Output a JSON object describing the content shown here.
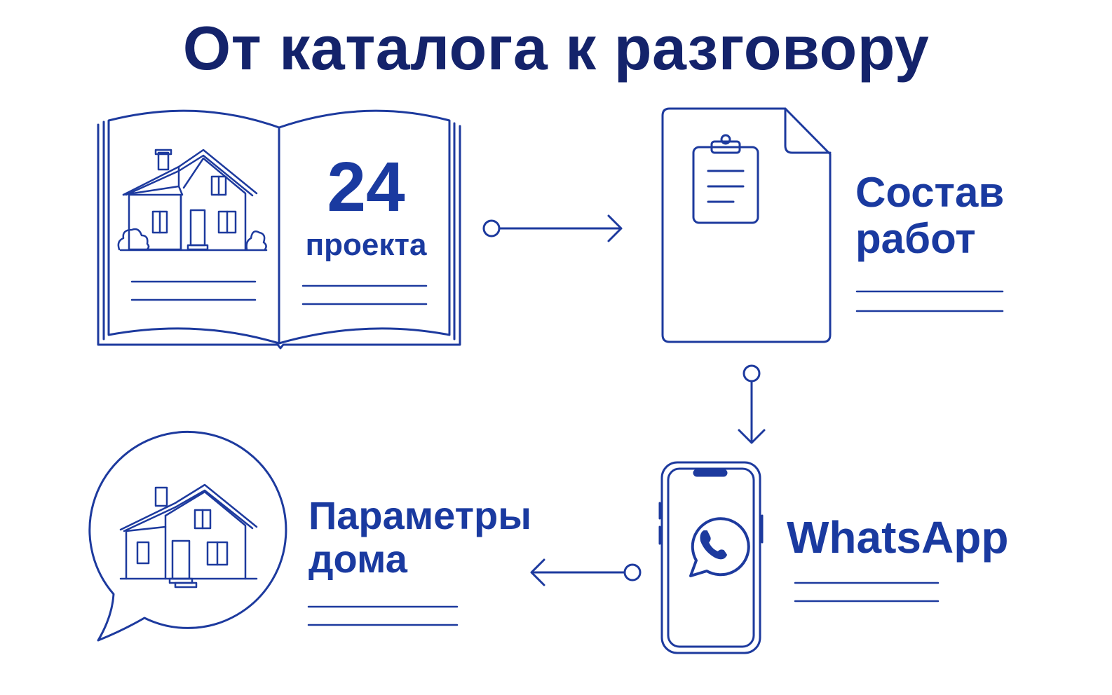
{
  "title": "От каталога к разговору",
  "steps": {
    "catalog": {
      "count": "24",
      "count_label": "проекта"
    },
    "works": {
      "label_line1": "Состав",
      "label_line2": "работ"
    },
    "whatsapp": {
      "label": "WhatsApp"
    },
    "params": {
      "label_line1": "Параметры",
      "label_line2": "дома"
    }
  },
  "colors": {
    "title": "#14236b",
    "accent": "#1a3aa0",
    "stroke": "#1d3a9e"
  },
  "icons": [
    "open-book-icon",
    "house-icon",
    "document-icon",
    "clipboard-icon",
    "smartphone-icon",
    "whatsapp-icon",
    "speech-bubble-icon",
    "arrow-right-icon",
    "arrow-down-icon",
    "arrow-left-icon"
  ]
}
